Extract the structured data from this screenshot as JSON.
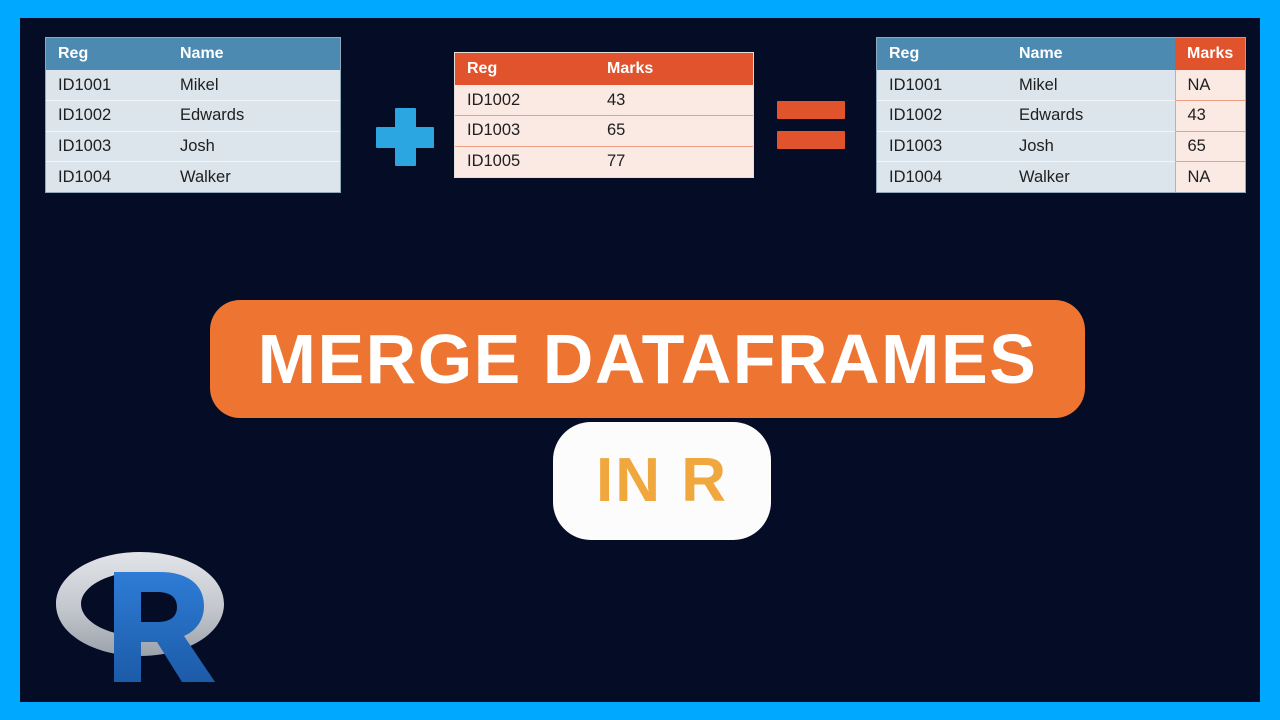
{
  "slide": {
    "border_color": "#00A8FF",
    "background_color": "#050D26",
    "title": "MERGE DATAFRAMES",
    "subtitle": "IN R",
    "title_banner_color": "#EE7432",
    "subtitle_pill_color": "#FCFCFC",
    "subtitle_text_color": "#F0A73E"
  },
  "operators": {
    "plus": {
      "icon": "plus-icon",
      "symbol": "+",
      "color": "#2CA6E0"
    },
    "equals": {
      "icon": "equals-icon",
      "symbol": "=",
      "color": "#E0532C"
    }
  },
  "tables": {
    "names": {
      "name": "names-dataframe",
      "header_color": "#4D8AB2",
      "row_color": "#DCE5EC",
      "columns": [
        "Reg",
        "Name"
      ],
      "rows": [
        [
          "ID1001",
          "Mikel"
        ],
        [
          "ID1002",
          "Edwards"
        ],
        [
          "ID1003",
          "Josh"
        ],
        [
          "ID1004",
          "Walker"
        ]
      ]
    },
    "marks": {
      "name": "marks-dataframe",
      "header_color": "#E0532C",
      "row_color": "#FBE9E4",
      "columns": [
        "Reg",
        "Marks"
      ],
      "rows": [
        [
          "ID1002",
          "43"
        ],
        [
          "ID1003",
          "65"
        ],
        [
          "ID1005",
          "77"
        ]
      ]
    },
    "merged": {
      "name": "merged-dataframe",
      "header_color": "#4D8AB2",
      "marks_header_color": "#E0532C",
      "row_color": "#DCE5EC",
      "marks_cell_color": "#FBE9E4",
      "columns": [
        "Reg",
        "Name",
        "Marks"
      ],
      "rows": [
        [
          "ID1001",
          "Mikel",
          "NA"
        ],
        [
          "ID1002",
          "Edwards",
          "43"
        ],
        [
          "ID1003",
          "Josh",
          "65"
        ],
        [
          "ID1004",
          "Walker",
          "NA"
        ]
      ]
    }
  },
  "logo": {
    "name": "r-language-logo",
    "letter": "R",
    "ring_color": "#C8CCD2",
    "letter_color": "#2266BB"
  }
}
